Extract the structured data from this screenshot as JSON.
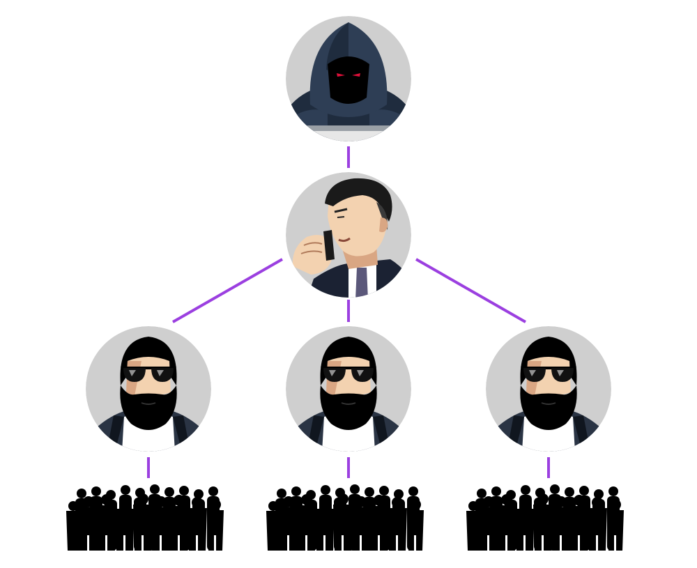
{
  "colors": {
    "background": "#ffffff",
    "connector": "#9b3fe0",
    "circle_bg": "#cfcfcf",
    "silhouette": "#000000",
    "hood_dark": "#1f2c3e",
    "hood_mid": "#2e3e55",
    "eyes": "#e0103a",
    "skin": "#f3d2b0",
    "skin_shadow": "#d9a683",
    "suit": "#1b2233",
    "tie": "#5b587a",
    "shirt": "#ffffff",
    "jacket": "#2a3444",
    "lens": "#111111"
  },
  "nodes": [
    {
      "role": "boss",
      "icon": "hooded-figure-icon"
    },
    {
      "role": "manager",
      "icon": "businessman-phone-icon"
    },
    {
      "role": "agent",
      "icon": "bearded-man-sunglasses-icon"
    },
    {
      "role": "agent",
      "icon": "bearded-man-sunglasses-icon"
    },
    {
      "role": "agent",
      "icon": "bearded-man-sunglasses-icon"
    }
  ],
  "crowds": [
    {
      "icon": "crowd-silhouette-icon"
    },
    {
      "icon": "crowd-silhouette-icon"
    },
    {
      "icon": "crowd-silhouette-icon"
    }
  ]
}
